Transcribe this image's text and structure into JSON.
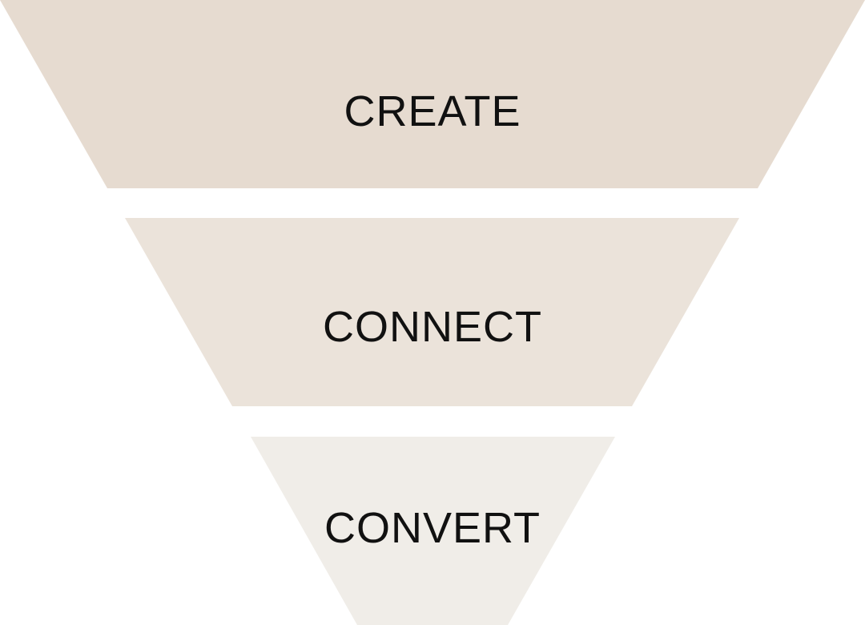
{
  "funnel": {
    "stages": [
      {
        "label": "CREATE",
        "color": "#e6dbd0"
      },
      {
        "label": "CONNECT",
        "color": "#ebe3da"
      },
      {
        "label": "CONVERT",
        "color": "#f0ede8"
      }
    ]
  }
}
